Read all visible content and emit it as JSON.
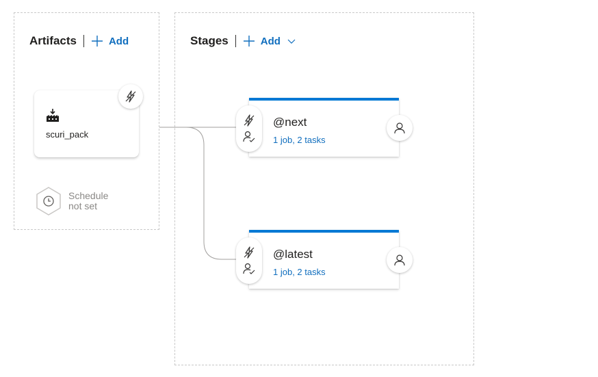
{
  "artifacts": {
    "title": "Artifacts",
    "add_label": "Add",
    "items": [
      {
        "name": "scuri_pack",
        "icon": "build-artifact-icon",
        "trigger_icon": "lightning-trigger-icon"
      }
    ],
    "schedule": {
      "line1": "Schedule",
      "line2": "not set",
      "icon": "clock-icon"
    }
  },
  "stages": {
    "title": "Stages",
    "add_label": "Add",
    "items": [
      {
        "name": "@next",
        "meta": "1 job, 2 tasks",
        "pre_icons": [
          "lightning-trigger-icon",
          "approver-check-icon"
        ],
        "post_icon": "person-icon"
      },
      {
        "name": "@latest",
        "meta": "1 job, 2 tasks",
        "pre_icons": [
          "lightning-trigger-icon",
          "approver-check-icon"
        ],
        "post_icon": "person-icon"
      }
    ]
  },
  "colors": {
    "accent": "#0078d4",
    "link": "#106ebe",
    "connector": "#a19f9d",
    "muted_text": "#8a8886"
  }
}
